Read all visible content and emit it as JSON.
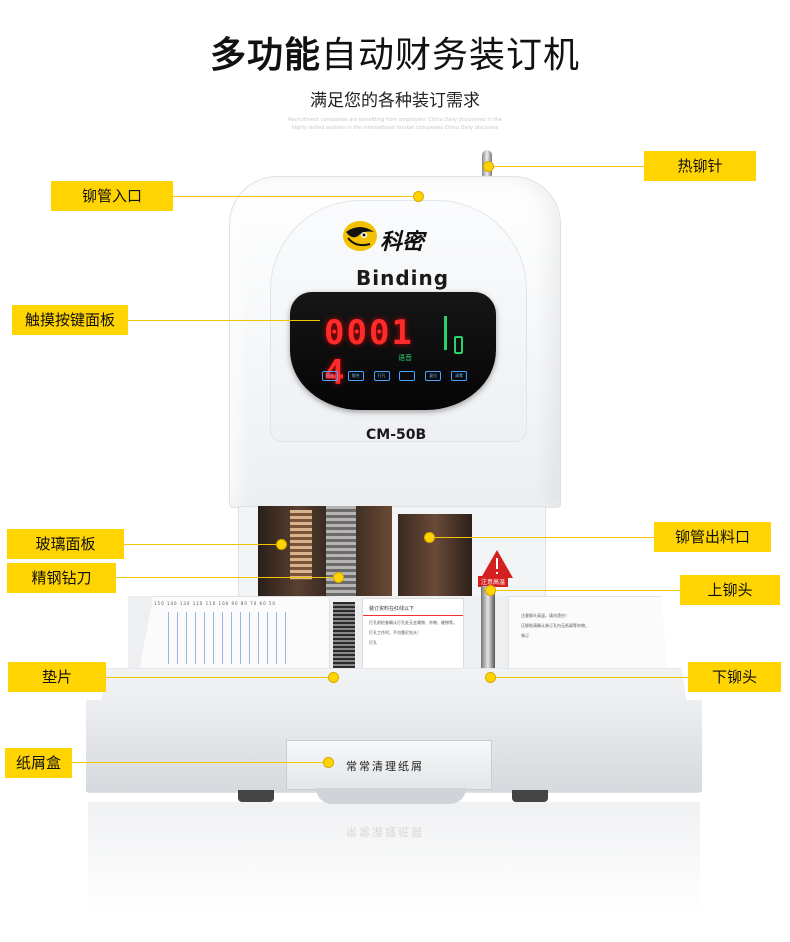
{
  "header": {
    "title_bold": "多功能",
    "title_light": "自动财务装订机",
    "subtitle": "满足您的各种装订需求",
    "fine_print_1": "Recruitment companies are benefiting from employers' China Daily discovered in the",
    "fine_print_2": "highly skilled workers in the international market companies China Daily discovers"
  },
  "product": {
    "brand": "科密",
    "name": "Binding",
    "model": "CM-50B",
    "display_digits": "0001",
    "display_digit_extra": "4",
    "voice_label": "语音",
    "warning_label": "注意高温",
    "drawer_text": "常常清理纸屑",
    "card_mid_header": "装订资料在红线以下",
    "card_mid_line1": "打孔前检查确认打孔处无金属物、杂物、硬物等。",
    "card_mid_line2": "打孔工作时，手勿靠近钻头！",
    "card_mid_action": "打孔",
    "card_right_line1": "注意铆头高温，请勿烫伤！",
    "card_right_line2": "压铆前请确认装订孔内无纸屑等杂物。",
    "card_right_action": "装订",
    "ruler_numbers": "150 140 130 120 110 100 90 80 70 60 50",
    "buttons": [
      "钻孔",
      "铆合",
      "打孔",
      "",
      "复位",
      "清零"
    ]
  },
  "callouts": {
    "rivet_inlet": "铆管入口",
    "touch_panel": "触摸按键面板",
    "glass_panel": "玻璃面板",
    "steel_drill": "精钢钻刀",
    "pad": "垫片",
    "paper_box": "纸屑盒",
    "hot_needle": "热铆针",
    "rivet_outlet": "铆管出料口",
    "upper_head": "上铆头",
    "lower_head": "下铆头"
  },
  "colors": {
    "label_bg": "#ffd400",
    "line": "#f5c400",
    "digits": "#ff2a2a",
    "green_led": "#28d36b"
  }
}
